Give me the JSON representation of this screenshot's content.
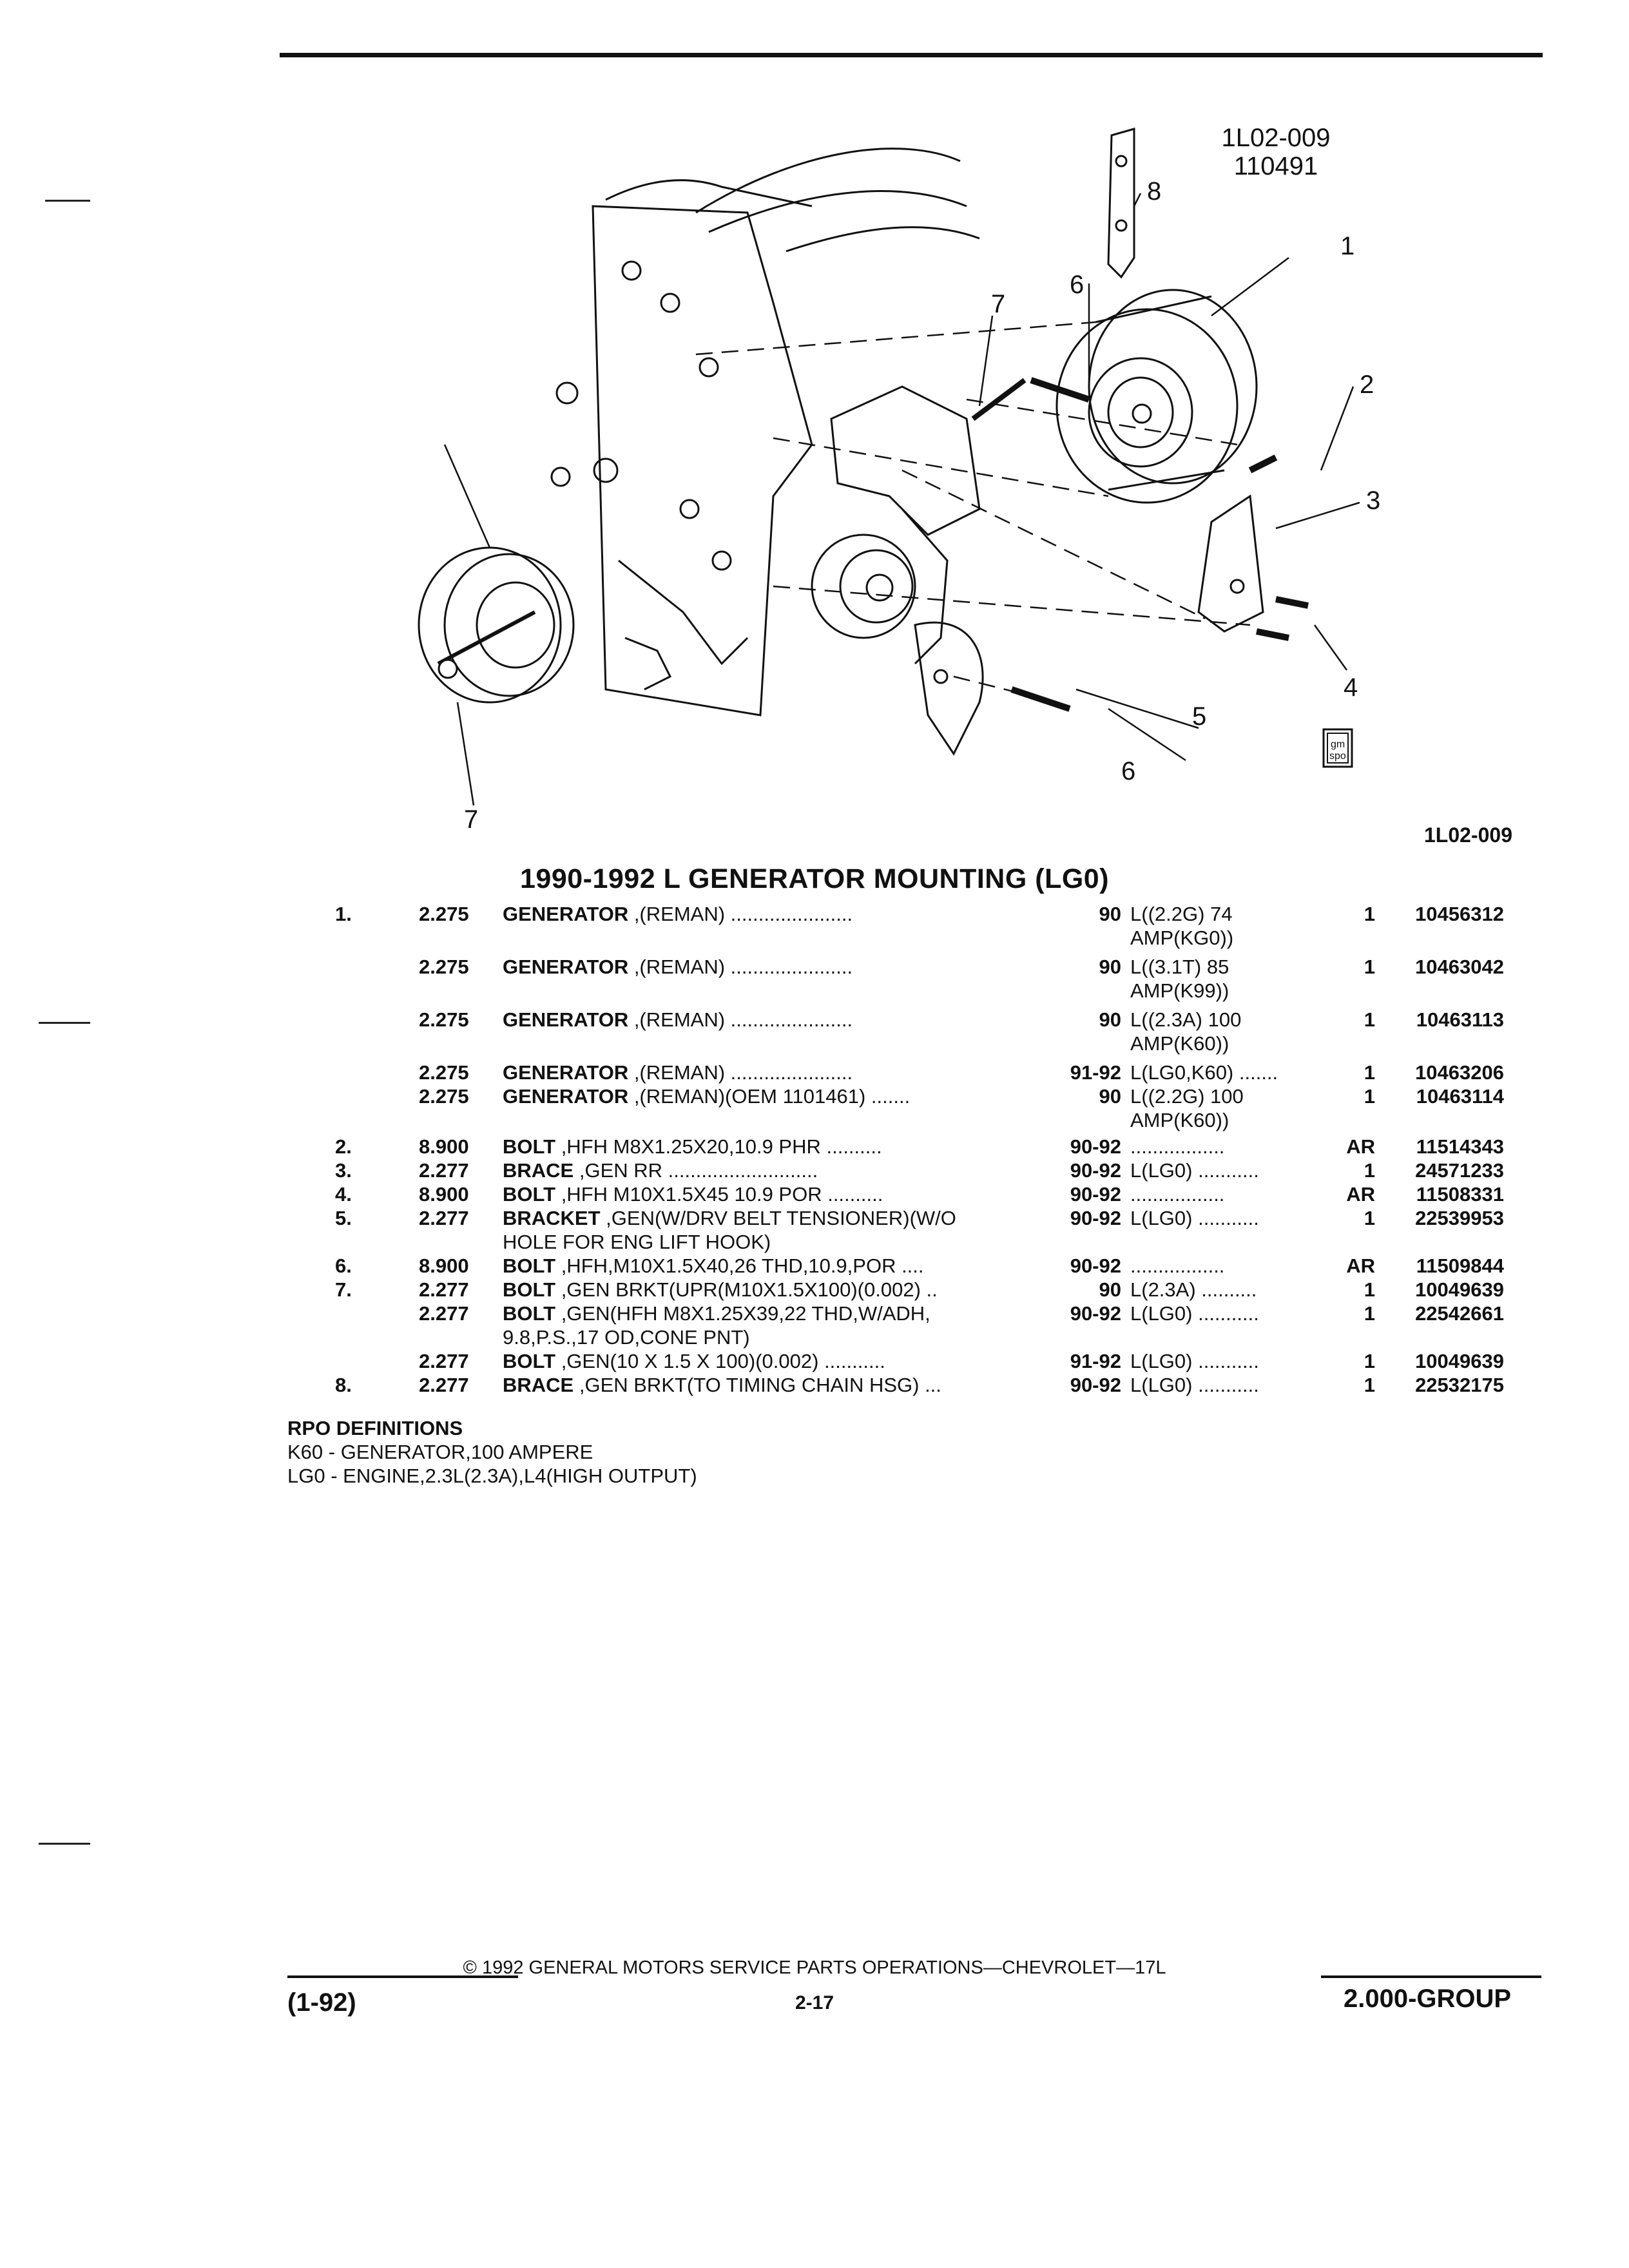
{
  "diagram": {
    "id_line1": "1L02-009",
    "id_line2": "110491",
    "code": "1L02-009",
    "callouts": [
      "1",
      "2",
      "3",
      "4",
      "5",
      "6",
      "6",
      "7",
      "7",
      "8"
    ],
    "gm_badge_line1": "gm",
    "gm_badge_line2": "spo"
  },
  "title": "1990-1992 L GENERATOR MOUNTING (LG0)",
  "parts": [
    {
      "item": "1.",
      "group": "2.275",
      "name": "GENERATOR",
      "desc": " ,(REMAN) ......................",
      "years": "90",
      "usage": "L((2.2G) 74\nAMP(KG0))",
      "qty": "1",
      "part": "10456312"
    },
    {
      "item": "",
      "group": "2.275",
      "name": "GENERATOR",
      "desc": " ,(REMAN) ......................",
      "years": "90",
      "usage": "L((3.1T) 85\nAMP(K99))",
      "qty": "1",
      "part": "10463042"
    },
    {
      "item": "",
      "group": "2.275",
      "name": "GENERATOR",
      "desc": " ,(REMAN) ......................",
      "years": "90",
      "usage": "L((2.3A) 100\nAMP(K60))",
      "qty": "1",
      "part": "10463113"
    },
    {
      "item": "",
      "group": "2.275",
      "name": "GENERATOR",
      "desc": " ,(REMAN) ......................",
      "years": "91-92",
      "usage": "L(LG0,K60) .......",
      "qty": "1",
      "part": "10463206"
    },
    {
      "item": "",
      "group": "2.275",
      "name": "GENERATOR",
      "desc": " ,(REMAN)(OEM 1101461) .......",
      "years": "90",
      "usage": "L((2.2G) 100\nAMP(K60))",
      "qty": "1",
      "part": "10463114"
    },
    {
      "item": "2.",
      "group": "8.900",
      "name": "BOLT",
      "desc": " ,HFH M8X1.25X20,10.9 PHR ..........",
      "years": "90-92",
      "usage": ".................",
      "qty": "AR",
      "part": "11514343"
    },
    {
      "item": "3.",
      "group": "2.277",
      "name": "BRACE",
      "desc": " ,GEN RR ...........................",
      "years": "90-92",
      "usage": "L(LG0) ...........",
      "qty": "1",
      "part": "24571233"
    },
    {
      "item": "4.",
      "group": "8.900",
      "name": "BOLT",
      "desc": " ,HFH M10X1.5X45 10.9 POR ..........",
      "years": "90-92",
      "usage": ".................",
      "qty": "AR",
      "part": "11508331"
    },
    {
      "item": "5.",
      "group": "2.277",
      "name": "BRACKET",
      "desc": " ,GEN(W/DRV BELT TENSIONER)(W/O\nHOLE FOR ENG LIFT HOOK)",
      "years": "90-92",
      "usage": "L(LG0) ...........",
      "qty": "1",
      "part": "22539953"
    },
    {
      "item": "6.",
      "group": "8.900",
      "name": "BOLT",
      "desc": " ,HFH,M10X1.5X40,26 THD,10.9,POR ....",
      "years": "90-92",
      "usage": ".................",
      "qty": "AR",
      "part": "11509844"
    },
    {
      "item": "7.",
      "group": "2.277",
      "name": "BOLT",
      "desc": " ,GEN BRKT(UPR(M10X1.5X100)(0.002) ..",
      "years": "90",
      "usage": "L(2.3A) ..........",
      "qty": "1",
      "part": "10049639"
    },
    {
      "item": "",
      "group": "2.277",
      "name": "BOLT",
      "desc": " ,GEN(HFH M8X1.25X39,22 THD,W/ADH,\n9.8,P.S.,17 OD,CONE PNT)",
      "years": "90-92",
      "usage": "L(LG0) ...........",
      "qty": "1",
      "part": "22542661"
    },
    {
      "item": "",
      "group": "2.277",
      "name": "BOLT",
      "desc": " ,GEN(10 X 1.5 X 100)(0.002) ...........",
      "years": "91-92",
      "usage": "L(LG0) ...........",
      "qty": "1",
      "part": "10049639"
    },
    {
      "item": "8.",
      "group": "2.277",
      "name": "BRACE",
      "desc": " ,GEN BRKT(TO TIMING CHAIN HSG) ...",
      "years": "90-92",
      "usage": "L(LG0) ...........",
      "qty": "1",
      "part": "22532175"
    }
  ],
  "rpo": {
    "heading": "RPO DEFINITIONS",
    "lines": [
      "K60 - GENERATOR,100 AMPERE",
      "LG0 - ENGINE,2.3L(2.3A),L4(HIGH OUTPUT)"
    ]
  },
  "footer": {
    "copyright": "© 1992 GENERAL MOTORS SERVICE PARTS OPERATIONS—CHEVROLET—17L",
    "date_code": "(1-92)",
    "page": "2-17",
    "group": "2.000-GROUP"
  }
}
